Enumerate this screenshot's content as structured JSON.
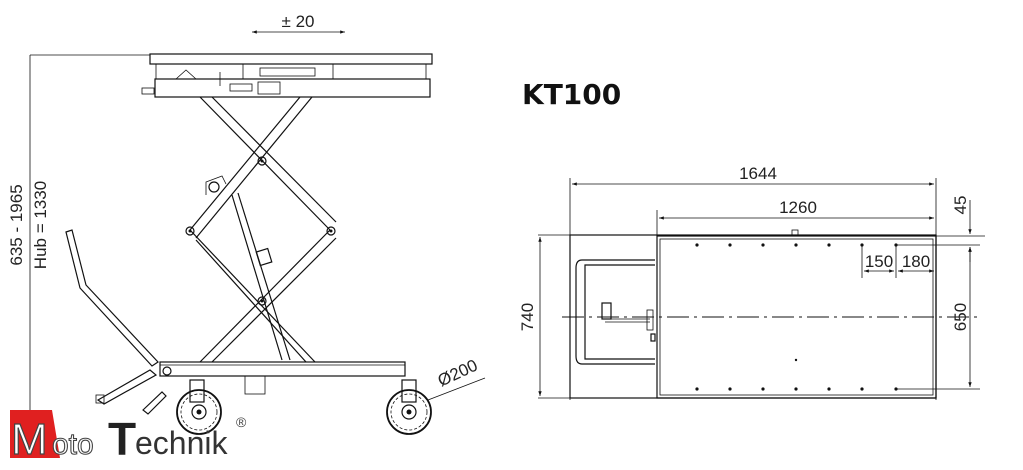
{
  "title": "KT100",
  "side_view": {
    "tilt_dimension": "± 20",
    "height_range": "635 - 1965",
    "stroke": "Hub = 1330",
    "wheel_diameter": "Ø200"
  },
  "top_view": {
    "overall_length": "1644",
    "platform_length": "1260",
    "overall_width": "740",
    "platform_width": "650",
    "edge_offset": "45",
    "hole_spacing_1": "150",
    "hole_spacing_2": "180"
  },
  "logo": {
    "m": "M",
    "oto": "oto",
    "t": "T",
    "echnik": "echnik",
    "registered": "®",
    "accent_color": "#e02020"
  }
}
